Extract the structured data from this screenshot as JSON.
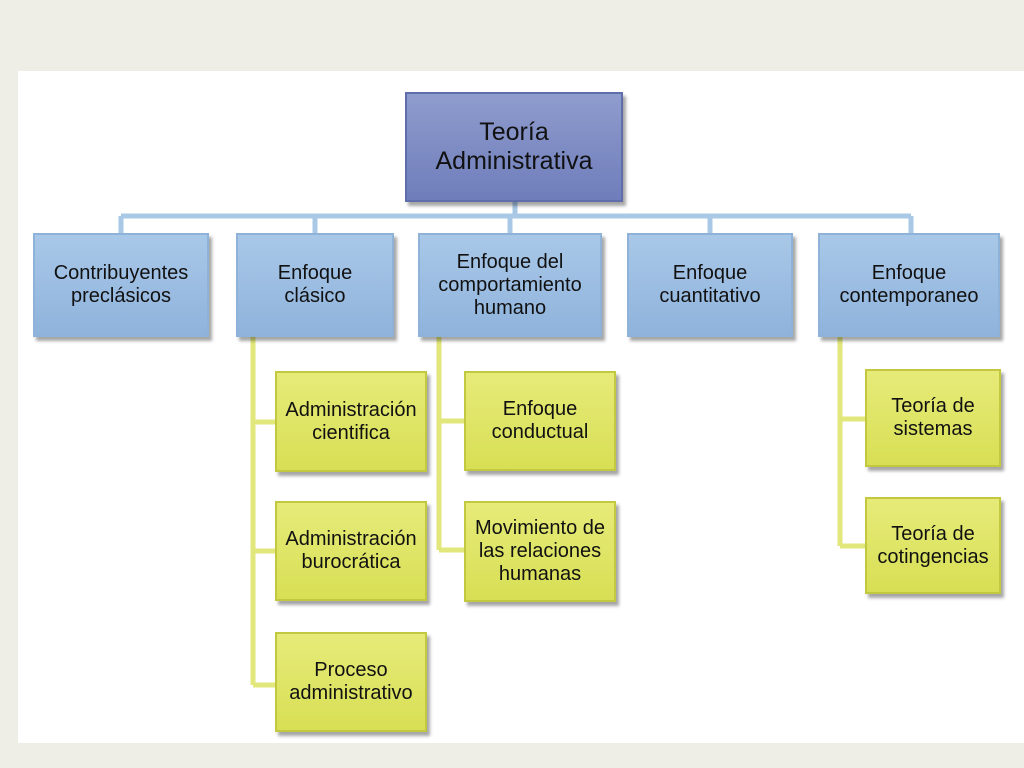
{
  "diagram": {
    "root": {
      "label": "Teoría\nAdministrativa"
    },
    "branches": [
      {
        "label": "Contribuyentes\npreclásicos",
        "children": []
      },
      {
        "label": "Enfoque\nclásico",
        "children": [
          {
            "label": "Administración\ncientifica"
          },
          {
            "label": "Administración\nburocrática"
          },
          {
            "label": "Proceso\nadministrativo"
          }
        ]
      },
      {
        "label": "Enfoque del\ncomportamiento\nhumano",
        "children": [
          {
            "label": "Enfoque\nconductual"
          },
          {
            "label": "Movimiento de\nlas relaciones\nhumanas"
          }
        ]
      },
      {
        "label": "Enfoque\ncuantitativo",
        "children": []
      },
      {
        "label": "Enfoque\ncontemporaneo",
        "children": [
          {
            "label": "Teoría de\nsistemas"
          },
          {
            "label": "Teoría de\ncotingencias"
          }
        ]
      }
    ]
  },
  "colors": {
    "root_fill": "#7f8cc4",
    "level1_fill": "#9dbde2",
    "leaf_fill": "#dfe566",
    "branch_connector": "#a9c8e6",
    "leaf_connector": "#e1e77a",
    "background": "#efeee6"
  }
}
